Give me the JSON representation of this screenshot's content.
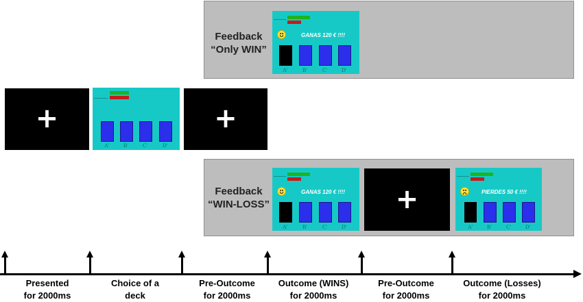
{
  "feedback_only_win": {
    "title": "Feedback",
    "subtitle": "“Only WIN”"
  },
  "feedback_win_loss": {
    "title": "Feedback",
    "subtitle": "“WIN-LOSS”"
  },
  "fixation_symbol": "+",
  "screens": {
    "win_message": "GANAS 120 € !!!!",
    "loss_message": "PIERDES 50 € !!!!",
    "deck_letters": [
      "A'",
      "B'",
      "C'",
      "D'"
    ]
  },
  "timeline": [
    {
      "line1": "Presented",
      "line2": "for 2000ms"
    },
    {
      "line1": "Choice of a",
      "line2": "deck"
    },
    {
      "line1": "Pre-Outcome",
      "line2": "for 2000ms"
    },
    {
      "line1": "Outcome (WINS)",
      "line2": "for 2000ms"
    },
    {
      "line1": "Pre-Outcome",
      "line2": "for 2000ms"
    },
    {
      "line1": "Outcome (Losses)",
      "line2": "for 2000ms"
    }
  ],
  "colors": {
    "screen": "#17c9c6",
    "deck": "#2b2eea",
    "panel": "#bdbdbd",
    "green_bar": "#1fb31f",
    "red_bar": "#c41c1c"
  }
}
